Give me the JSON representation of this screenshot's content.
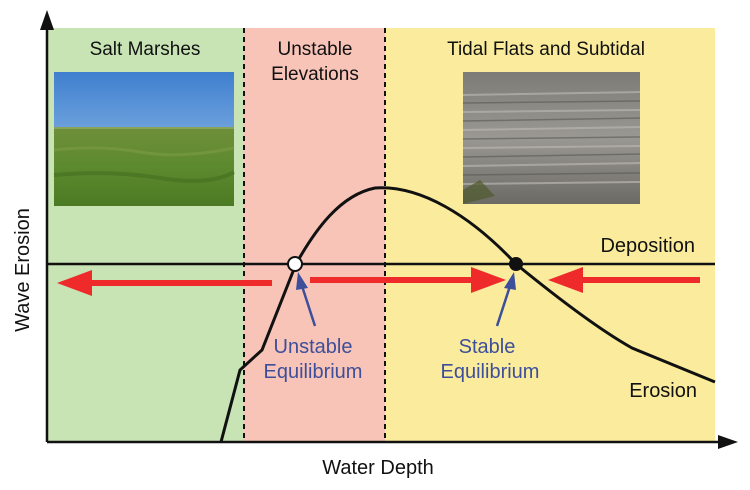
{
  "axes": {
    "y_label": "Wave Erosion",
    "x_label": "Water Depth"
  },
  "zones": [
    {
      "title": "Salt Marshes",
      "color": "#c8e3b4"
    },
    {
      "title_line1": "Unstable",
      "title_line2": "Elevations",
      "color": "#f8c4b8"
    },
    {
      "title": "Tidal Flats and Subtidal",
      "color": "#faec9c"
    }
  ],
  "lines": {
    "deposition_label": "Deposition",
    "erosion_label": "Erosion"
  },
  "equilibria": {
    "unstable_line1": "Unstable",
    "unstable_line2": "Equilibrium",
    "stable_line1": "Stable",
    "stable_line2": "Equilibrium"
  },
  "colors": {
    "arrow": "#ee2a2a",
    "annotation": "#3d4f9a"
  }
}
